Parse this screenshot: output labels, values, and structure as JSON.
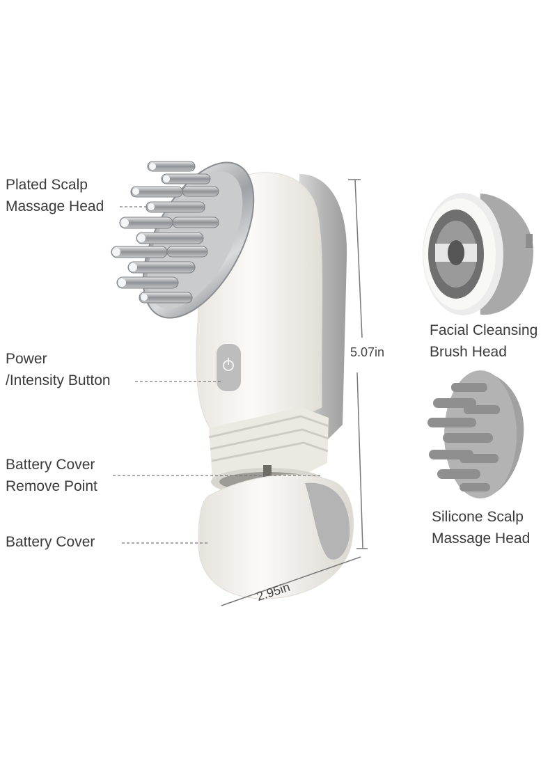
{
  "labels": {
    "plated_scalp_head": [
      "Plated Scalp",
      "Massage Head"
    ],
    "power_button": [
      "Power",
      "/Intensity Button"
    ],
    "battery_remove_point": [
      "Battery Cover",
      "Remove Point"
    ],
    "battery_cover": [
      "Battery Cover"
    ],
    "facial_brush_head": [
      "Facial Cleansing",
      "Brush Head"
    ],
    "silicone_scalp_head": [
      "Silicone Scalp",
      "Massage Head"
    ]
  },
  "dimensions": {
    "height": "5.07in",
    "width": "2.95in"
  },
  "colors": {
    "device_body": "#f4f1ec",
    "device_side": "#b9b9b9",
    "chrome": "#a9acb0",
    "silicone": "#9a9a9a",
    "leader_line": "#777777"
  }
}
